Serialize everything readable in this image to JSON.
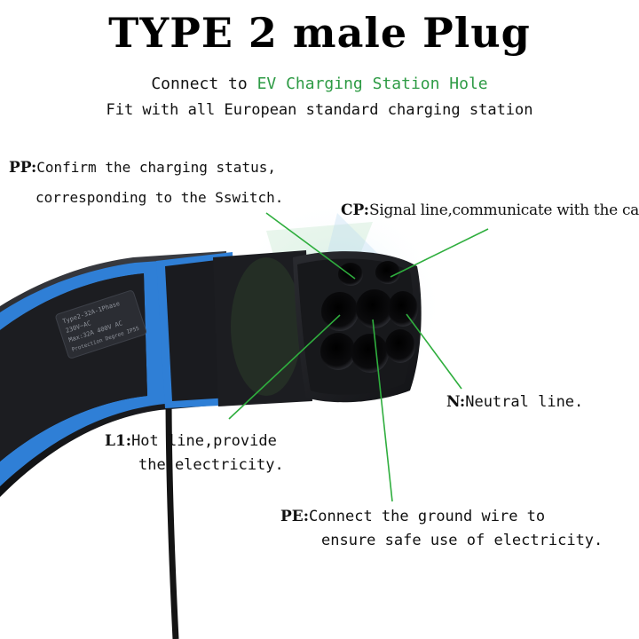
{
  "title": "TYPE 2 male Plug",
  "subtitle": {
    "prefix": "Connect to ",
    "highlight": "EV Charging Station Hole",
    "line2": "Fit with all European standard charging station"
  },
  "colors": {
    "highlight": "#2e9b45",
    "leader_line": "#2fae3e",
    "plug_blue": "#2f7fd6",
    "plug_body": "#1b1c1f"
  },
  "pins": {
    "pp": {
      "key": "PP:",
      "line1": "Confirm the charging status,",
      "line2": "corresponding to the Sswitch."
    },
    "cp": {
      "key": "CP:",
      "text": "Signal line,communicate with the car."
    },
    "n": {
      "key": "N:",
      "text": "Neutral line."
    },
    "l1": {
      "key": "L1:",
      "line1": "Hot line,provide",
      "line2": "the electricity."
    },
    "pe": {
      "key": "PE:",
      "line1": "Connect the ground wire to",
      "line2": "ensure safe use of electricity."
    }
  },
  "handle_label": {
    "line1": "Type2-32A-1Phase",
    "line2": "230V~AC",
    "line3": "Max:32A 400V AC",
    "line4": "Protection Degree IP55"
  }
}
